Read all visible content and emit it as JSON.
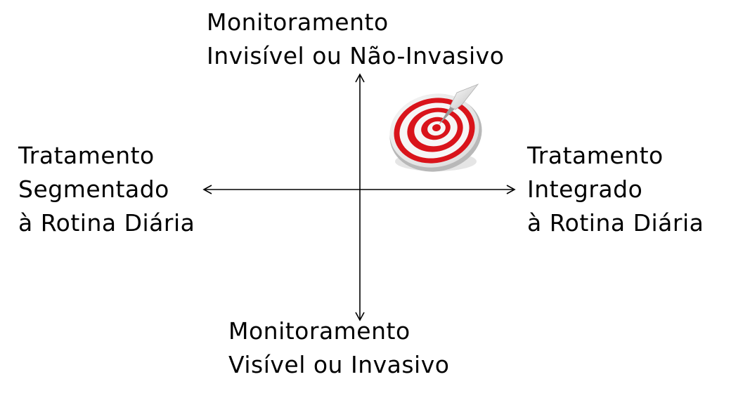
{
  "labels": {
    "top": [
      "Monitoramento",
      "Invisível ou Não-Invasivo"
    ],
    "left": [
      "Tratamento",
      "Segmentado",
      "à Rotina Diária"
    ],
    "right": [
      "Tratamento",
      "Integrado",
      "à Rotina Diária"
    ],
    "bottom": [
      "Monitoramento",
      "Visível ou Invasivo"
    ]
  },
  "icons": {
    "target": "dart-target-icon"
  },
  "colors": {
    "axis": "#000000",
    "target_red": "#d9141b",
    "target_white": "#f6f6f6"
  }
}
